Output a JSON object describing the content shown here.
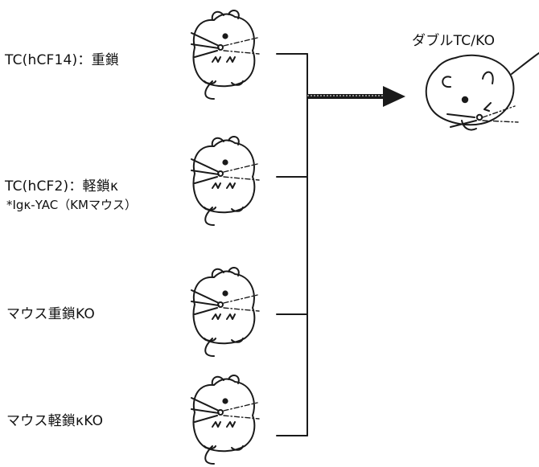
{
  "labels": {
    "tc_hcf14": "TC(hCF14)：重鎖",
    "tc_hcf2": "TC(hCF2)：軽鎖κ",
    "igk_yac": "*Igκ-YAC（KMマウス）",
    "mouse_heavy_ko": "マウス重鎖KO",
    "mouse_light_ko": "マウス軽鎖κKO",
    "result": "ダブルTC/KO"
  },
  "icons": {
    "parent_mouse": "sitting-mouse-icon",
    "result_mouse": "curled-mouse-icon",
    "arrow": "arrow-right-icon"
  },
  "colors": {
    "ink": "#1a1a1a",
    "background": "#ffffff"
  }
}
